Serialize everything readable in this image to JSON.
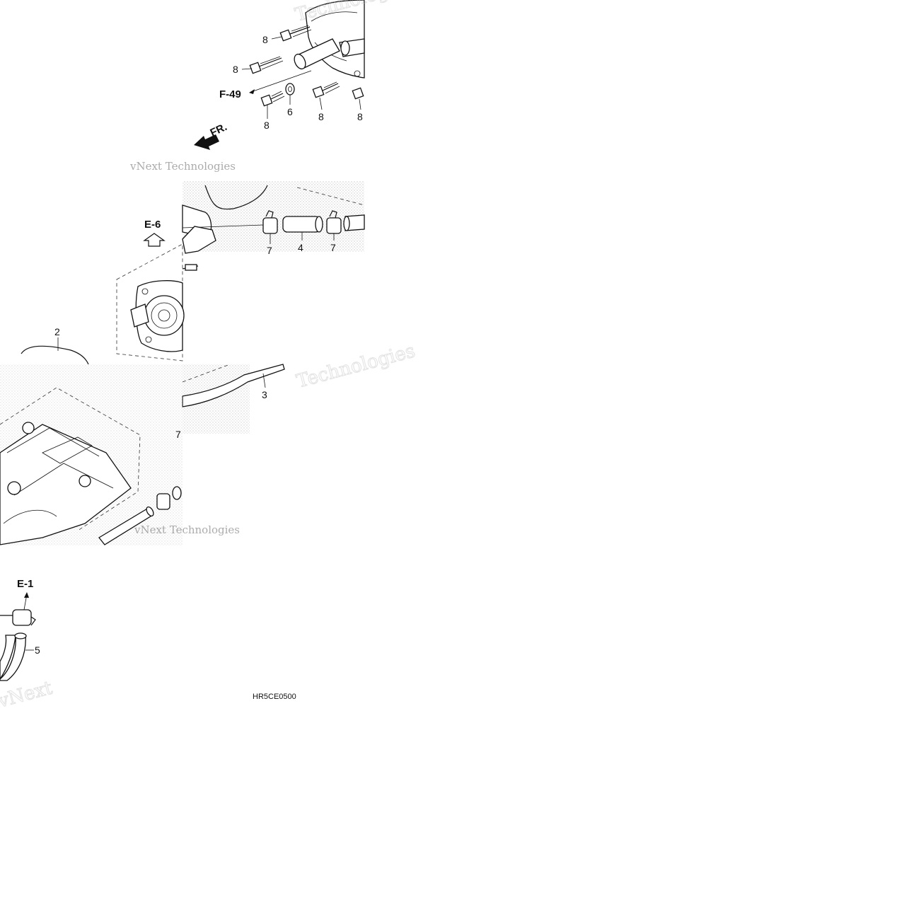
{
  "diagram": {
    "part_labels": [
      "2",
      "3",
      "4",
      "5",
      "6",
      "7",
      "8"
    ],
    "callouts": {
      "bolt_a": "8",
      "bolt_b": "8",
      "bolt_c": "8",
      "bolt_d": "8",
      "bolt_e": "8",
      "washer": "6",
      "clamp_left": "7",
      "hose_short": "4",
      "clamp_right": "7",
      "pipe_long": "3",
      "clamp_lower": "7",
      "gasket": "2",
      "hose_bent": "5"
    },
    "references": {
      "f49": "F-49",
      "e6": "E-6",
      "e1": "E-1"
    },
    "direction_label": "FR.",
    "drawing_code": "HR5CE0500",
    "watermark": {
      "brand_a": "vNext Technologies",
      "brand_b": "Technologies",
      "brand_c": "vNext",
      "brand_d": "Technologies",
      "brand_e": "vNext Technologies"
    }
  }
}
